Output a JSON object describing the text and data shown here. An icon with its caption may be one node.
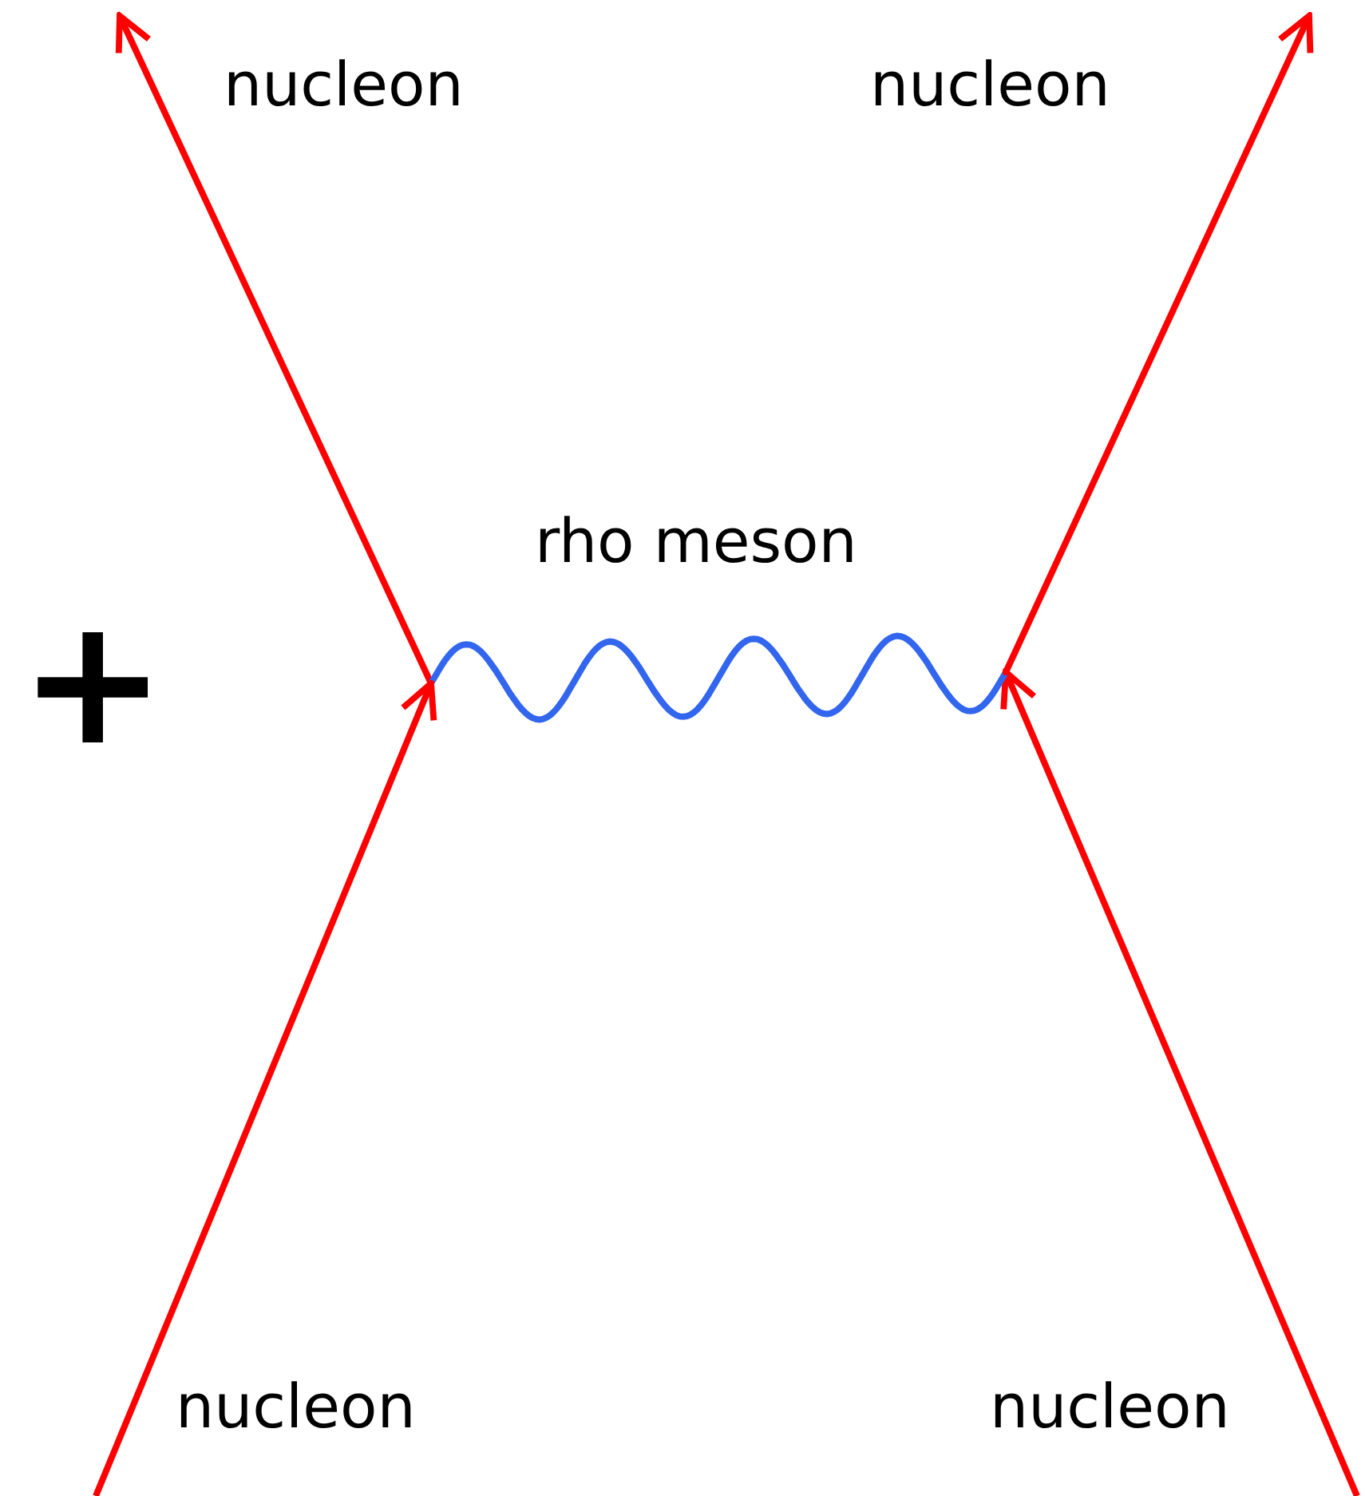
{
  "diagram": {
    "nodes": [
      {
        "text": [],
        "shape": "point"
      },
      {
        "text": [],
        "shape": "point"
      }
    ],
    "edges": [
      {
        "from": null,
        "to": 0,
        "arrow": "to"
      },
      {
        "from": 0,
        "to": null,
        "arrow": "to"
      },
      {
        "from": null,
        "to": 1,
        "arrow": "to"
      },
      {
        "from": 1,
        "to": null,
        "arrow": "to"
      },
      {
        "from": 0,
        "to": 1,
        "arrow": "none",
        "label": "rho meson",
        "color": "#3366ee"
      }
    ],
    "labels": [
      "nucleon",
      "nucleon",
      "+",
      "nucleon",
      "nucleon"
    ]
  }
}
